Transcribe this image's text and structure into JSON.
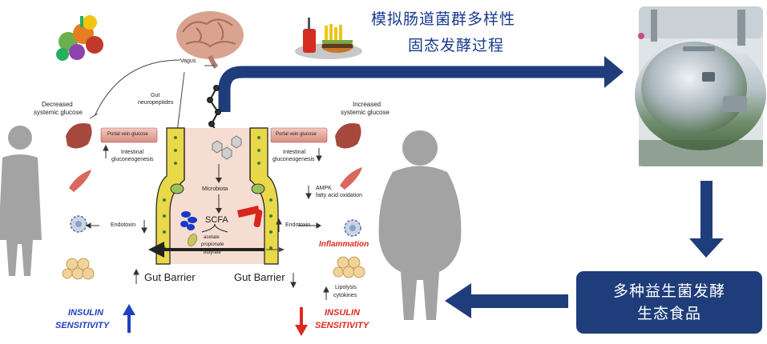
{
  "process": {
    "title_line1": "模拟肠道菌群多样性",
    "title_line2": "固态发酵过程",
    "product_line1": "多种益生菌发酵",
    "product_line2": "生态食品"
  },
  "labels": {
    "vagus": "Vagus",
    "gut_neuropeptides_1": "Gut",
    "gut_neuropeptides_2": "neuropeptides",
    "decreased_glucose_1": "Decreased",
    "decreased_glucose_2": "systemic glucose",
    "increased_glucose_1": "Increased",
    "increased_glucose_2": "systemic glucose",
    "portal_vein_left": "Portal vein glucose",
    "portal_vein_right": "Portal vein glucose",
    "intestinal_gluco_left_1": "Intestinal",
    "intestinal_gluco_left_2": "gluconeogenesis",
    "intestinal_gluco_right_1": "Intestinal",
    "intestinal_gluco_right_2": "gluconeogenesis",
    "microbiota": "Microbiota",
    "scfa": "SCFA",
    "acetate": "acetate",
    "propionate": "propionate",
    "butyrate": "butyrate",
    "endotoxin_left": "Endotoxin",
    "endotoxin_right": "Endotoxin",
    "ampk_1": "AMPK",
    "ampk_2": "fatty acid oxidation",
    "inflammation": "Inflammation",
    "lipolysis_1": "Lipolysis",
    "lipolysis_2": "cytokines",
    "gut_barrier_left": "Gut Barrier",
    "gut_barrier_right": "Gut Barrier",
    "insulin_left_1": "INSULIN",
    "insulin_left_2": "SENSITIVITY",
    "insulin_right_1": "INSULIN",
    "insulin_right_2": "SENSITIVITY"
  },
  "colors": {
    "navy": "#1f3d7a",
    "blue_text": "#1a3a8f",
    "insulin_blue": "#1f3fbf",
    "insulin_red": "#e0281e",
    "villi_yellow": "#e8d84a",
    "lumen": "#f7ddd2",
    "body_gray": "#9e9e9e"
  }
}
